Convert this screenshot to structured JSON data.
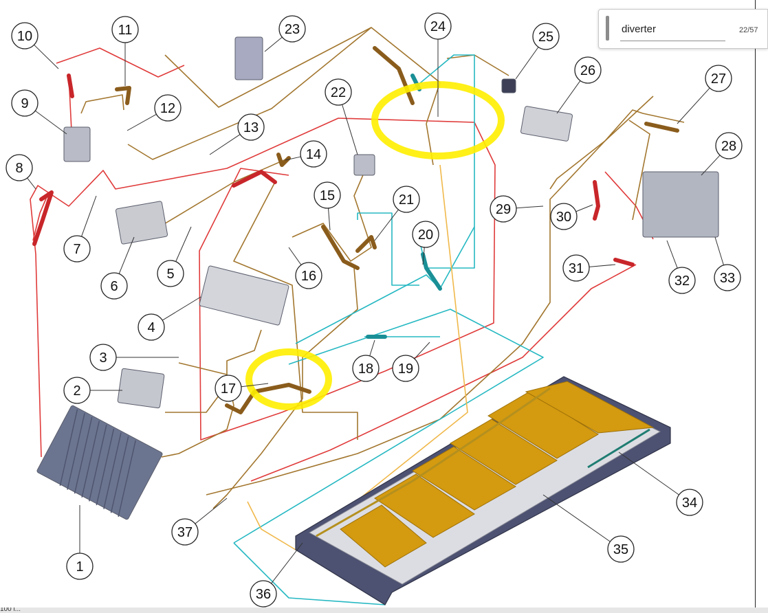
{
  "find_bar": {
    "query": "diverter",
    "match_counter": "22/57"
  },
  "diagram": {
    "callouts": [
      "1",
      "2",
      "3",
      "4",
      "5",
      "6",
      "7",
      "8",
      "9",
      "10",
      "11",
      "12",
      "13",
      "14",
      "15",
      "16",
      "17",
      "18",
      "19",
      "20",
      "21",
      "22",
      "23",
      "24",
      "25",
      "26",
      "27",
      "28",
      "29",
      "30",
      "31",
      "32",
      "33",
      "34",
      "35",
      "36",
      "37"
    ],
    "highlighted_callouts": [
      "17",
      "24"
    ],
    "highlight_color": "#ffee00",
    "line_colors": {
      "red": "#e03a3a",
      "brown": "#a2762e",
      "cyan": "#25b8c2",
      "orange": "#f0b84a",
      "battery_cells": "#d49a10",
      "battery_frame": "#4d5272"
    }
  },
  "status_bar": {
    "zoom_text": "100 i..."
  }
}
